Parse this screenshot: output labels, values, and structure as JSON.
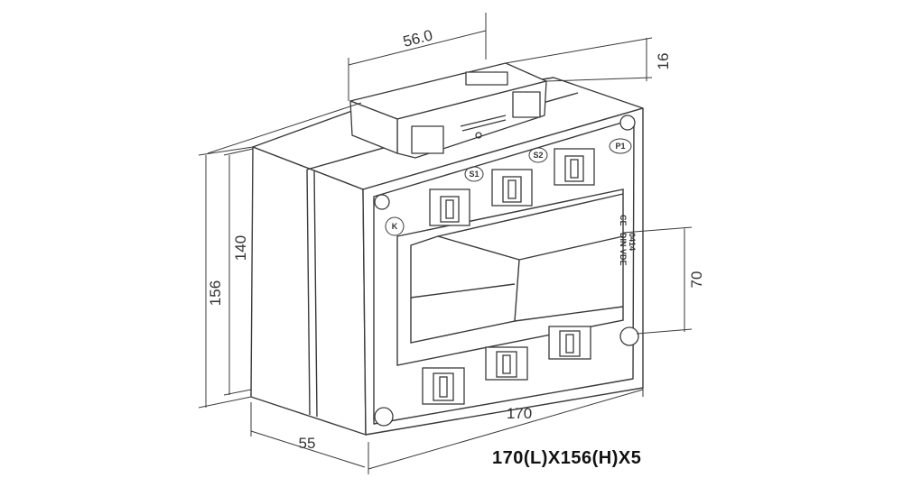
{
  "dimensions": {
    "depth_top": "56.0",
    "terminal_height": "16",
    "height_total": "156",
    "height_body": "140",
    "window_height": "70",
    "length": "170",
    "depth_bottom": "55"
  },
  "markings": {
    "terminal_s1": "S1",
    "terminal_s2": "S2",
    "primary_p1": "P1",
    "k_mark": "K",
    "label_line1": "CE",
    "label_line2": "DIN VDE",
    "label_line3": "0414"
  },
  "spec_caption": "170(L)X156(H)X5",
  "colors": {
    "line": "#3a3a3a",
    "body": "#ffffff",
    "background": "#ffffff"
  }
}
